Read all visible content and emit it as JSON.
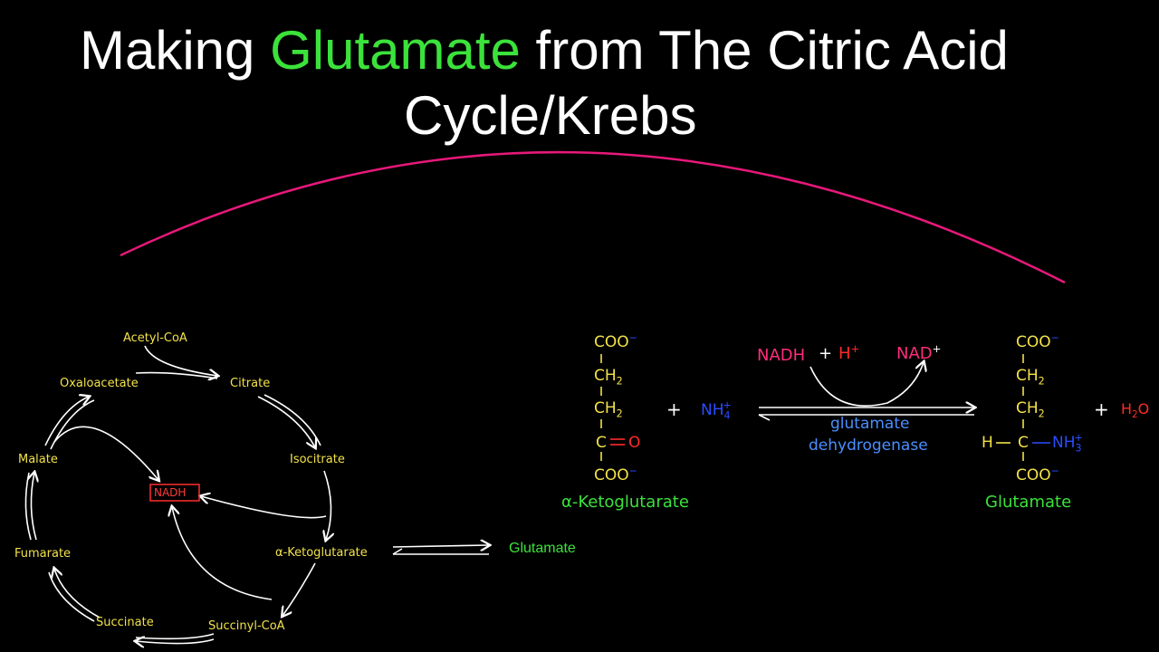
{
  "title": {
    "prefix": "Making ",
    "highlight": "Glutamate",
    "suffix": " from The Citric Acid",
    "line2": "Cycle/Krebs"
  },
  "cycle": {
    "acetyl_coa": "Acetyl-CoA",
    "oxaloacetate": "Oxaloacetate",
    "citrate": "Citrate",
    "isocitrate": "Isocitrate",
    "a_ketoglutarate": "α-Ketoglutarate",
    "succinyl_coa": "Succinyl-CoA",
    "succinate": "Succinate",
    "fumarate": "Fumarate",
    "malate": "Malate",
    "nadh": "NADH",
    "product": "Glutamate"
  },
  "reaction": {
    "coo_top": "COO",
    "minus": "−",
    "ch": "CH",
    "two": "2",
    "c": "C",
    "eq_o": "=O",
    "coo_bottom": "COO",
    "reactant_name": "α-Ketoglutarate",
    "plus": "+",
    "nh": "NH",
    "four": "4",
    "three": "3",
    "plus_sign": "+",
    "nadh": "NADH",
    "h": "H",
    "nad": "NAD",
    "enzyme_line1": "glutamate",
    "enzyme_line2": "dehydrogenase",
    "h_left": "H",
    "product_name": "Glutamate",
    "water": "H",
    "water_o": "O"
  },
  "colors": {
    "background": "#000000",
    "title": "#ffffff",
    "highlight": "#3be23b",
    "arc": "#e8187a",
    "compound": "#f2e24a",
    "nadh": "#ff2d7a",
    "ammonium": "#2a4dff",
    "enzyme": "#4a8fff"
  }
}
